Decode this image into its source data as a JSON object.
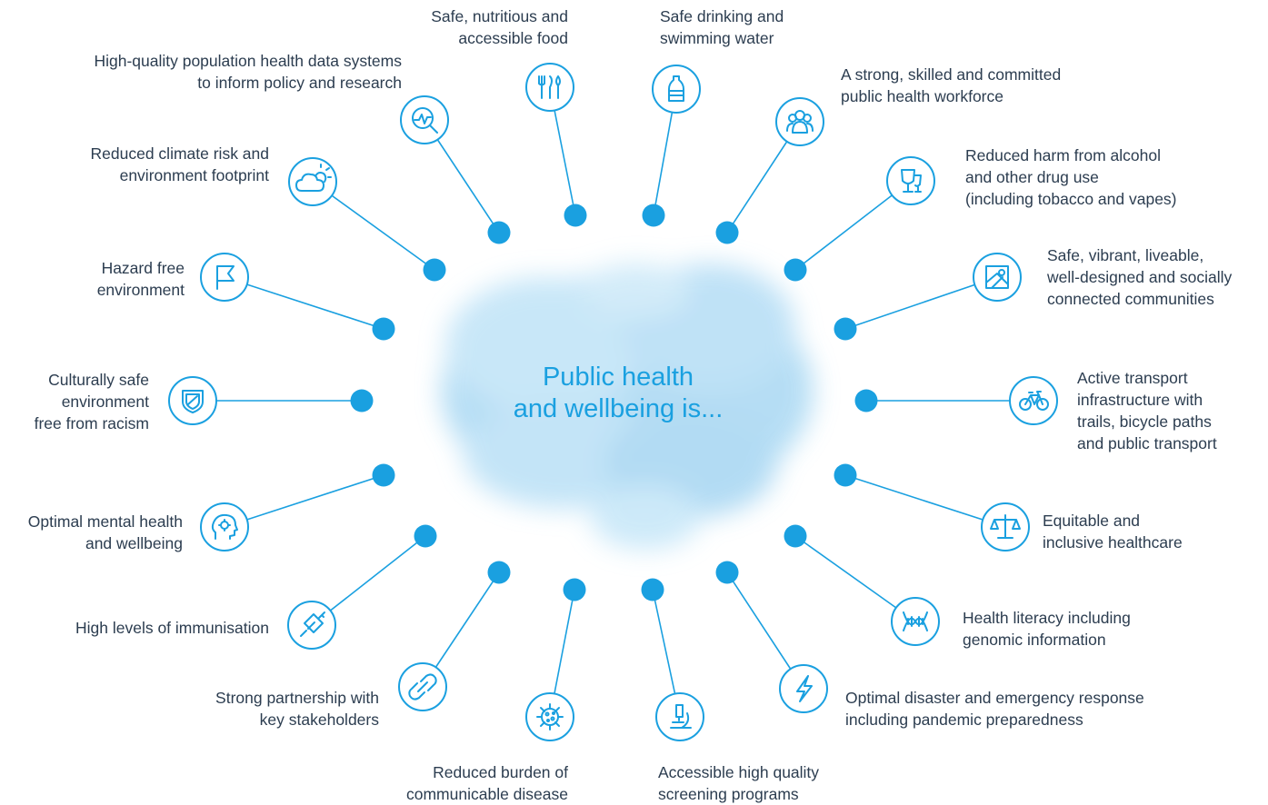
{
  "center": {
    "line1": "Public health",
    "line2": "and wellbeing is..."
  },
  "colors": {
    "accent": "#1aa0e0",
    "text": "#2c3d50",
    "cloud": "#9fd3f1"
  },
  "items": [
    {
      "id": "food",
      "icon": "cutlery-icon",
      "lines": [
        "Safe, nutritious and",
        "accessible food"
      ]
    },
    {
      "id": "water",
      "icon": "water-bottle-icon",
      "lines": [
        "Safe drinking and",
        "swimming water"
      ]
    },
    {
      "id": "workforce",
      "icon": "people-group-icon",
      "lines": [
        "A strong, skilled and committed",
        "public health workforce"
      ]
    },
    {
      "id": "alcohol",
      "icon": "wine-glass-icon",
      "lines": [
        "Reduced harm from alcohol",
        "and other drug use",
        "(including tobacco and vapes)"
      ]
    },
    {
      "id": "communities",
      "icon": "map-pin-icon",
      "lines": [
        "Safe, vibrant, liveable,",
        "well-designed and socially",
        "connected communities"
      ]
    },
    {
      "id": "transport",
      "icon": "bicycle-icon",
      "lines": [
        "Active transport",
        "infrastructure with",
        "trails, bicycle paths",
        "and public transport"
      ]
    },
    {
      "id": "healthcare",
      "icon": "scales-icon",
      "lines": [
        "Equitable and",
        "inclusive healthcare"
      ]
    },
    {
      "id": "literacy",
      "icon": "dna-icon",
      "lines": [
        "Health literacy including",
        "genomic information"
      ]
    },
    {
      "id": "disaster",
      "icon": "lightning-icon",
      "lines": [
        "Optimal disaster and emergency response",
        "including pandemic preparedness"
      ]
    },
    {
      "id": "screening",
      "icon": "microscope-icon",
      "lines": [
        "Accessible high quality",
        "screening programs"
      ]
    },
    {
      "id": "disease",
      "icon": "virus-icon",
      "lines": [
        "Reduced burden of",
        "communicable disease"
      ]
    },
    {
      "id": "partnership",
      "icon": "chain-link-icon",
      "lines": [
        "Strong partnership with",
        "key stakeholders"
      ]
    },
    {
      "id": "immunisation",
      "icon": "syringe-icon",
      "lines": [
        "High levels of immunisation"
      ]
    },
    {
      "id": "mental",
      "icon": "head-gear-icon",
      "lines": [
        "Optimal mental health",
        "and wellbeing"
      ]
    },
    {
      "id": "culture",
      "icon": "shield-icon",
      "lines": [
        "Culturally safe",
        "environment",
        "free from racism"
      ]
    },
    {
      "id": "hazard",
      "icon": "flag-icon",
      "lines": [
        "Hazard free",
        "environment"
      ]
    },
    {
      "id": "climate",
      "icon": "sun-cloud-icon",
      "lines": [
        "Reduced climate risk and",
        "environment footprint"
      ]
    },
    {
      "id": "data",
      "icon": "magnifier-chart-icon",
      "lines": [
        "High-quality population health data systems",
        "to inform policy and research"
      ]
    }
  ]
}
